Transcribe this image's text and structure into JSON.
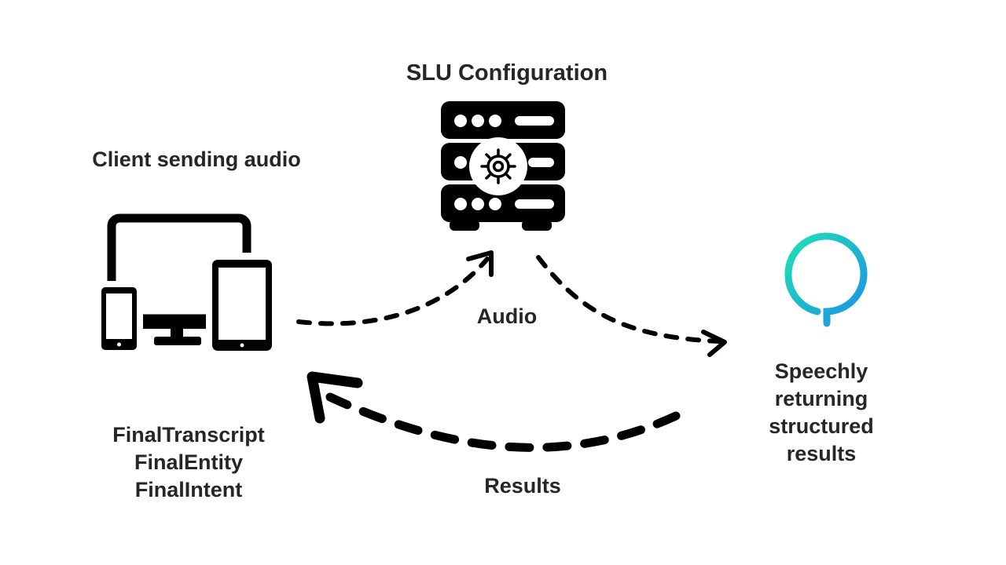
{
  "diagram": {
    "slu_title": "SLU Configuration",
    "client_title": "Client sending audio",
    "audio_label": "Audio",
    "results_label": "Results",
    "speechly_lines": [
      "Speechly",
      "returning",
      "structured",
      "results"
    ],
    "events": [
      "FinalTranscript",
      "FinalEntity",
      "FinalIntent"
    ]
  },
  "icons": {
    "server": "server-gear-icon",
    "devices": "devices-icon",
    "speechly_logo": "speechly-logo-icon"
  },
  "colors": {
    "text": "#262626",
    "icon": "#000000",
    "logo_gradient_start": "#1fe0b4",
    "logo_gradient_end": "#1e8fe8"
  }
}
